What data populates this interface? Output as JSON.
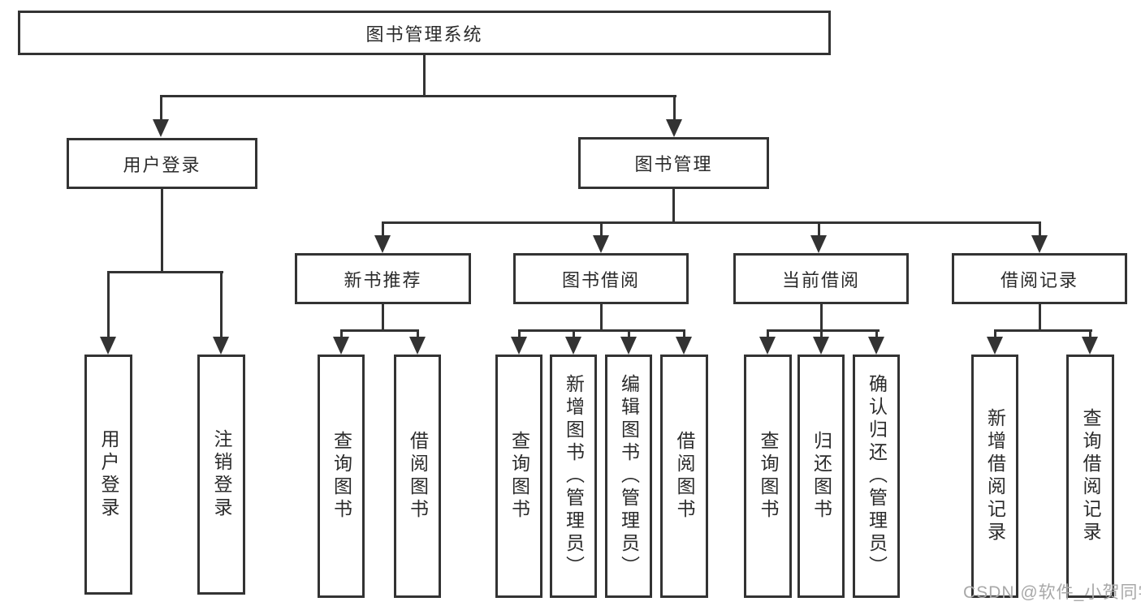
{
  "colors": {
    "line": "#333333",
    "text": "#2b2b2b",
    "background": "#ffffff",
    "watermark": "#a8a8a8"
  },
  "tree": {
    "root": {
      "label": "图书管理系统"
    },
    "user_login": {
      "label": "用户登录",
      "children": [
        "用户登录",
        "注销登录"
      ]
    },
    "book_mgmt": {
      "label": "图书管理",
      "groups": [
        {
          "label": "新书推荐",
          "children": [
            "查询图书",
            "借阅图书"
          ]
        },
        {
          "label": "图书借阅",
          "children": [
            "查询图书",
            "新增图书（管理员）",
            "编辑图书（管理员）",
            "借阅图书"
          ]
        },
        {
          "label": "当前借阅",
          "children": [
            "查询图书",
            "归还图书",
            "确认归还（管理员）"
          ]
        },
        {
          "label": "借阅记录",
          "children": [
            "新增借阅记录",
            "查询借阅记录"
          ]
        }
      ]
    }
  },
  "watermark": {
    "text": "CSDN @软件_小贺同学"
  }
}
